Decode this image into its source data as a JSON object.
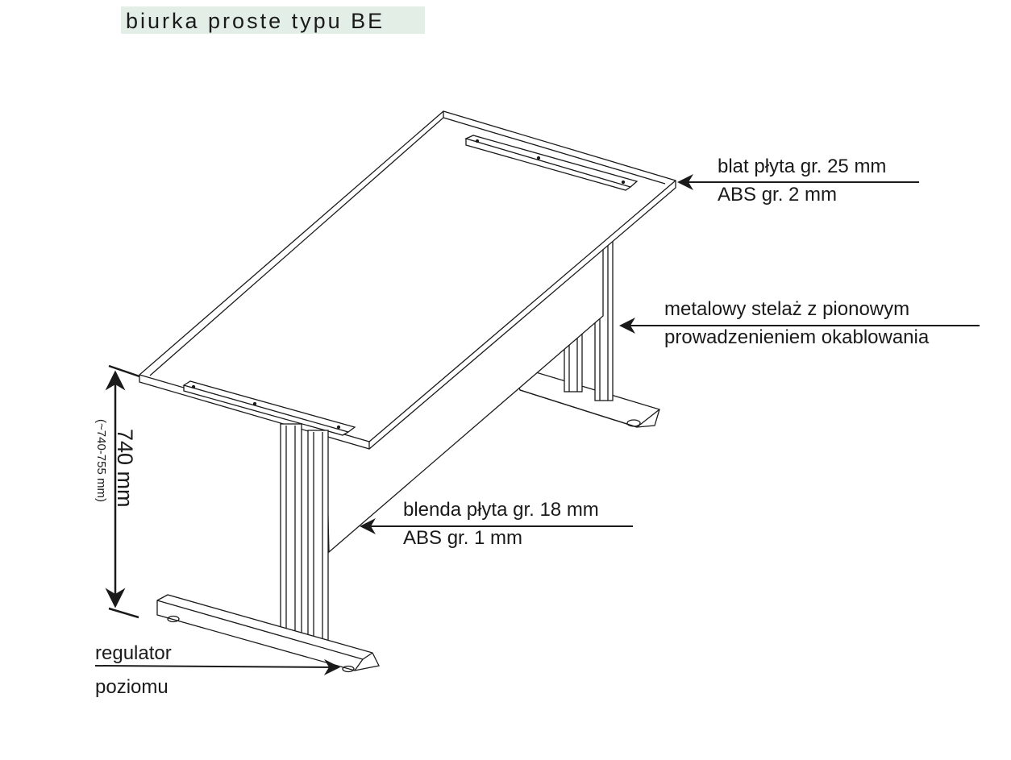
{
  "title": "biurka proste typu BE",
  "labels": {
    "blat": [
      "blat płyta gr. 25 mm",
      "ABS gr. 2 mm"
    ],
    "stelaz": [
      "metalowy stelaż z pionowym",
      "prowadzenieniem okablowania"
    ],
    "blenda": [
      "blenda płyta gr. 18 mm",
      "ABS gr. 1 mm"
    ],
    "regulator": [
      "regulator",
      "poziomu"
    ]
  },
  "dimension": {
    "height": "740 mm",
    "range": "(~740-755 mm)"
  },
  "colors": {
    "title_bg": "#e3eee6",
    "line": "#1a1a1a"
  }
}
